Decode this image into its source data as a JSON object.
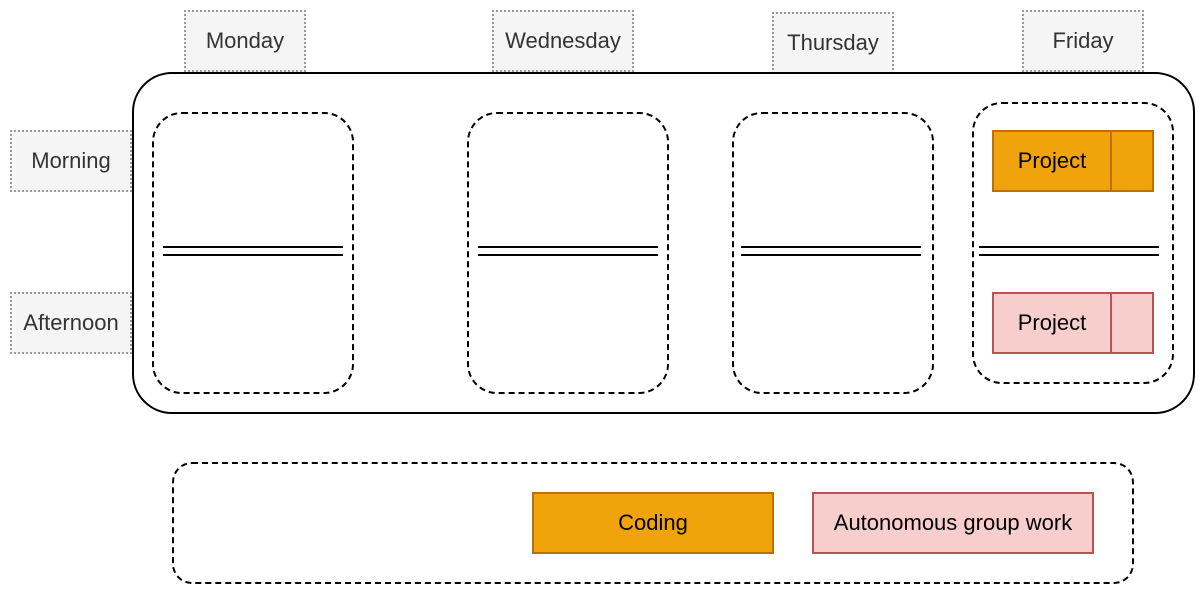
{
  "days": [
    "Monday",
    "Wednesday",
    "Thursday",
    "Friday"
  ],
  "slots": [
    "Morning",
    "Afternoon"
  ],
  "friday": {
    "morning_block": "Project",
    "afternoon_block": "Project"
  },
  "legend": {
    "coding": "Coding",
    "autonomous": "Autonomous group work"
  },
  "colors": {
    "coding_fill": "#f0a30a",
    "coding_stroke": "#bd7000",
    "autonomous_fill": "#f8cecc",
    "autonomous_stroke": "#b85450",
    "label_fill": "#f5f5f5"
  }
}
